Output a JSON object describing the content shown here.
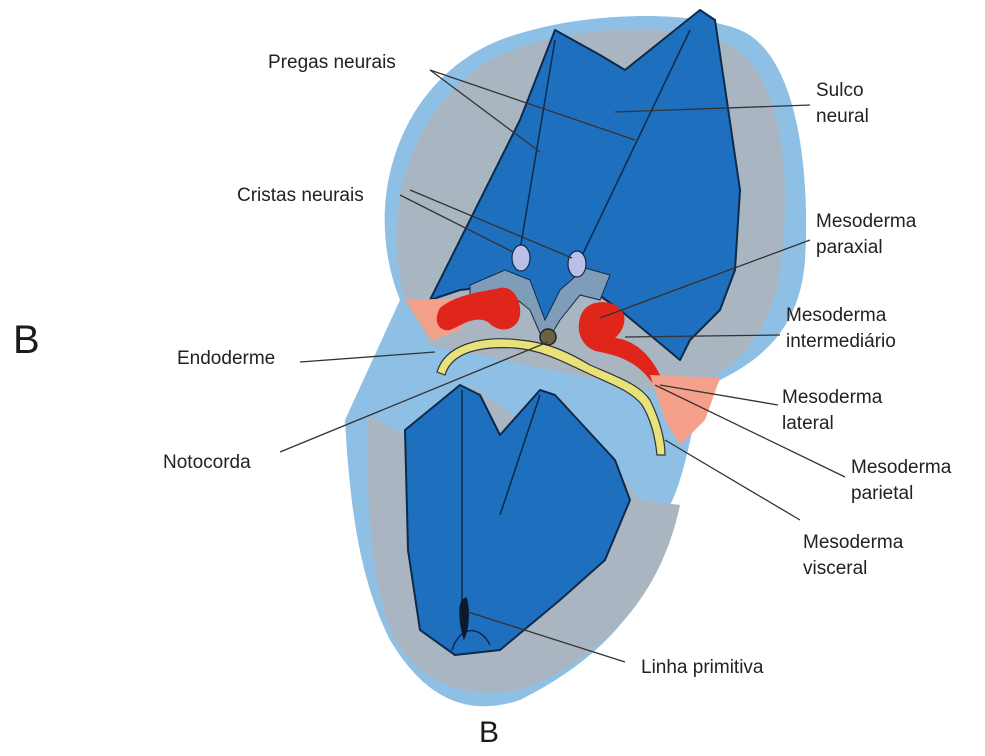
{
  "panel_letter": "B",
  "caption_letter": "B",
  "labels": {
    "pregas_neurais": "Pregas neurais",
    "sulco_neural": [
      "Sulco",
      "neural"
    ],
    "cristas_neurais": "Cristas neurais",
    "mesoderma_paraxial": [
      "Mesoderma",
      "paraxial"
    ],
    "mesoderma_intermediario": [
      "Mesoderma",
      "intermediário"
    ],
    "endoderme": "Endoderme",
    "mesoderma_lateral": [
      "Mesoderma",
      "lateral"
    ],
    "notocorda": "Notocorda",
    "mesoderma_parietal": [
      "Mesoderma",
      "parietal"
    ],
    "mesoderma_visceral": [
      "Mesoderma",
      "visceral"
    ],
    "linha_primitiva": "Linha primitiva"
  },
  "colors": {
    "ectoderm_blue": "#1f6fbf",
    "outline": "#0d2a4a",
    "grey_margin": "#a9b6c2",
    "outer_halo": "#8ec0e6",
    "mesoderm_red": "#e0261b",
    "lateral_pink": "#f4a08a",
    "endoderm_yellow": "#e8e27a",
    "crest_lilac": "#b9bfe6",
    "notochord": "#6b6340",
    "leader_line": "#333333"
  }
}
